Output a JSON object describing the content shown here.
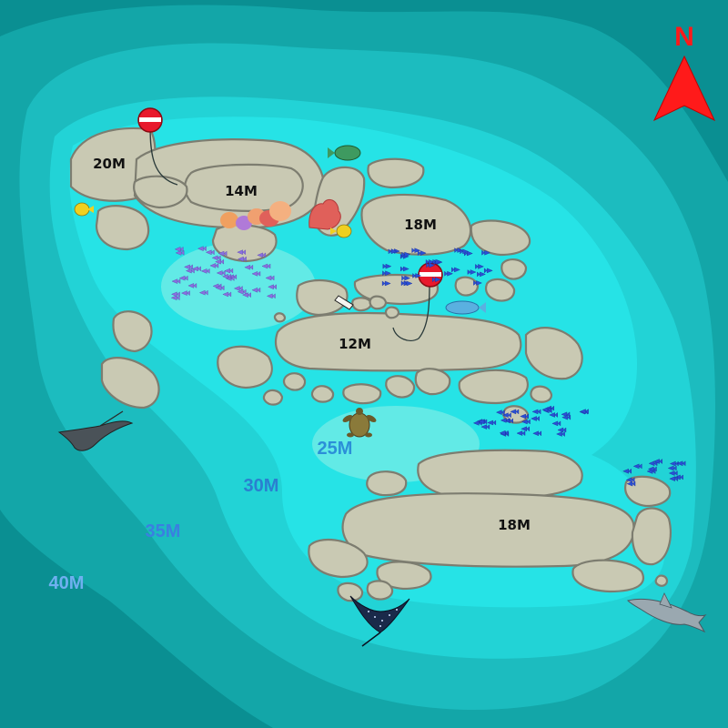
{
  "compass": {
    "label": "N",
    "color": "#ff1a1a"
  },
  "depth_labels": [
    {
      "text": "25M",
      "color": "#2b8fd8"
    },
    {
      "text": "30M",
      "color": "#2a7fd0"
    },
    {
      "text": "35M",
      "color": "#3a7fe0"
    },
    {
      "text": "40M",
      "color": "#6fb0f0"
    }
  ],
  "rock_labels": [
    "20M",
    "14M",
    "18M",
    "12M",
    "18M"
  ],
  "colors": {
    "deep": "#0a8f92",
    "mid_deep": "#13a6a8",
    "mid": "#1cbcbf",
    "shallow": "#22d3d6",
    "reef_flat": "#26e3e6",
    "sand": "#62eae6",
    "rock": "#c9c9b3",
    "buoy": "#e8192c"
  },
  "icons": [
    "buoy-icon",
    "turtle-icon",
    "manta-ray-icon",
    "eagle-ray-icon",
    "shark-icon",
    "parrotfish-icon",
    "butterflyfish-icon",
    "coral-icon",
    "fish-school-icon",
    "compass-arrow-icon"
  ]
}
